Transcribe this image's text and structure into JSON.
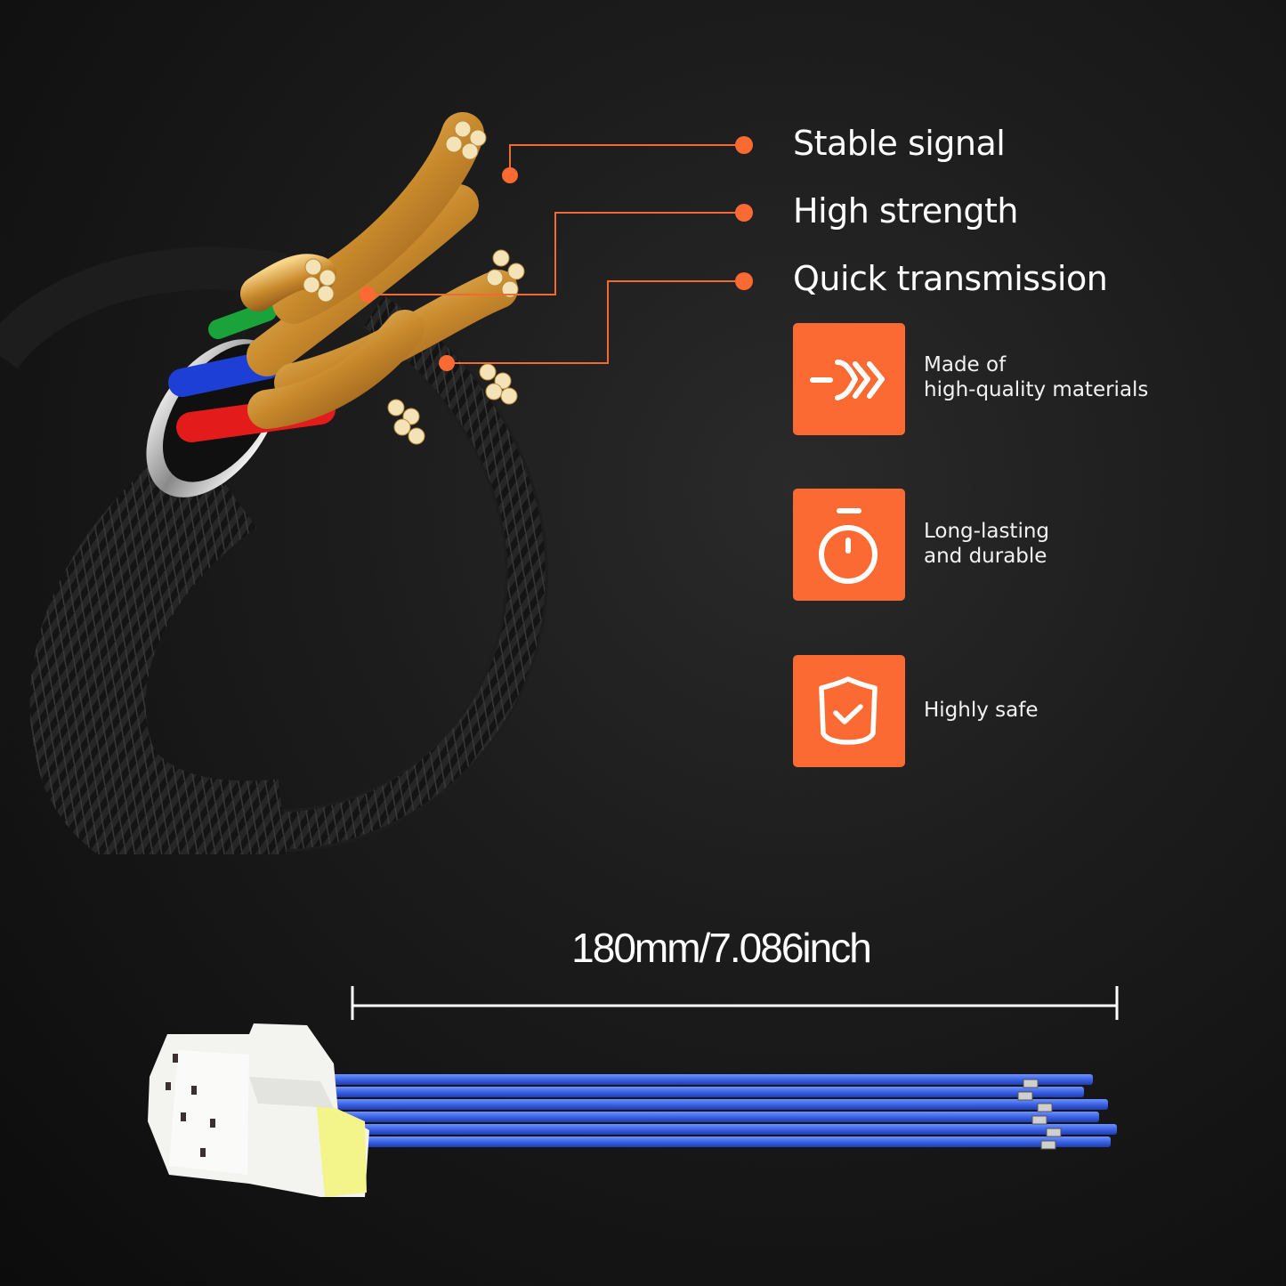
{
  "callouts": [
    {
      "label": "Stable signal"
    },
    {
      "label": "High strength"
    },
    {
      "label": "Quick transmission"
    }
  ],
  "features": [
    {
      "icon": "fast-forward-arrows-icon",
      "lines": [
        "Made of",
        "high-quality materials"
      ]
    },
    {
      "icon": "stopwatch-icon",
      "lines": [
        "Long-lasting",
        "and durable"
      ]
    },
    {
      "icon": "shield-check-icon",
      "lines": [
        "Highly safe"
      ]
    }
  ],
  "dimension": {
    "label": "180mm/7.086inch"
  },
  "colors": {
    "accent": "#fb6a32",
    "background": "#1c1c1c",
    "wire_blue": "#3b63e6",
    "connector_white": "#f3f3f0",
    "connector_yellow": "#f3f48a",
    "copper": "#d9a24a"
  }
}
